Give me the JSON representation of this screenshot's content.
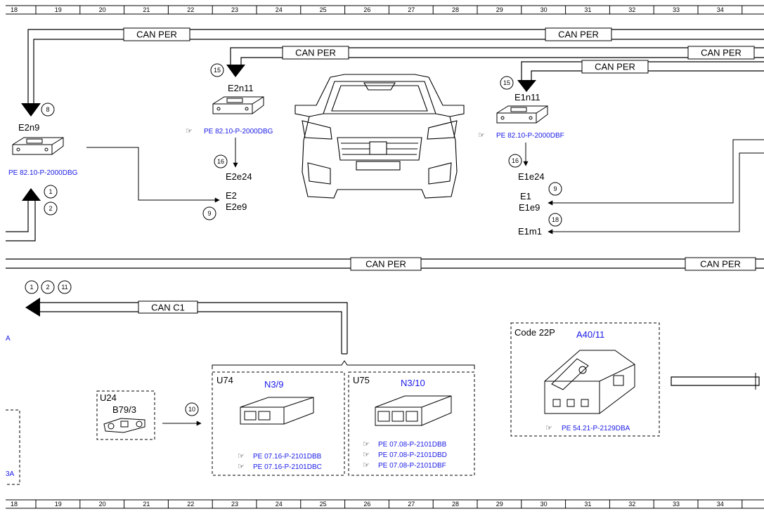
{
  "ruler": {
    "numbers": [
      "18",
      "19",
      "20",
      "21",
      "22",
      "23",
      "24",
      "25",
      "26",
      "27",
      "28",
      "29",
      "30",
      "31",
      "32",
      "33",
      "34"
    ]
  },
  "buses": {
    "can_per": "CAN PER",
    "can_c1": "CAN C1"
  },
  "components": {
    "e2n9": {
      "id": "E2n9",
      "ref": "PE 82.10-P-2000DBG",
      "callout": "8"
    },
    "e2n11": {
      "id": "E2n11",
      "ref": "PE 82.10-P-2000DBG",
      "callout_top": "15",
      "callout_out": "16",
      "output": "E2e24"
    },
    "e2": {
      "line1": "E2",
      "line2": "E2e9",
      "callout": "9"
    },
    "e1n11": {
      "id": "E1n11",
      "ref": "PE 82.10-P-2000DBF",
      "callout_top": "15",
      "callout_out": "16",
      "output": "E1e24"
    },
    "e1": {
      "line1": "E1",
      "line2": "E1e9",
      "callout": "9"
    },
    "e1m1": {
      "id": "E1m1",
      "callout": "18"
    },
    "left_callouts": {
      "a": "1",
      "b": "2"
    },
    "u24": {
      "box": "U24",
      "part": "B79/3",
      "callout": "10"
    },
    "u74": {
      "box": "U74",
      "part": "N3/9",
      "refs": [
        "PE 07.16-P-2101DBB",
        "PE 07.16-P-2101DBC"
      ]
    },
    "u75": {
      "box": "U75",
      "part": "N3/10",
      "refs": [
        "PE 07.08-P-2101DBB",
        "PE 07.08-P-2101DBD",
        "PE 07.08-P-2101DBF"
      ]
    },
    "code22p": {
      "box": "Code 22P",
      "part": "A40/11",
      "ref": "PE 54.21-P-2129DBA"
    },
    "c1_callouts": [
      "1",
      "2",
      "11"
    ],
    "left_edge": {
      "a": "A",
      "b": "3A"
    }
  },
  "icons": {
    "reference": "pointing-hand-icon"
  },
  "colors": {
    "ref_text": "#1a1ae6",
    "line": "#000000"
  }
}
